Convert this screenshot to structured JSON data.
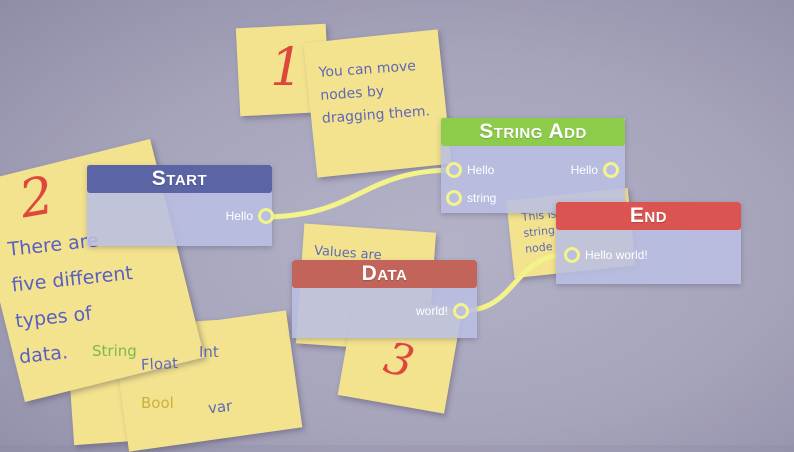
{
  "notes": {
    "note1": {
      "number": "1",
      "text_lines": [
        "You can move",
        "nodes by",
        "dragging them."
      ]
    },
    "note2": {
      "number": "2",
      "text_lines": [
        "There are",
        "five different",
        "types of",
        "data."
      ]
    },
    "note3": {
      "number": "3",
      "text": "Values are"
    },
    "note4": {
      "text_lines": [
        "This is",
        "string",
        "node"
      ]
    },
    "types": {
      "string": "String",
      "float": "Float",
      "int": "Int",
      "bool": "Bool",
      "var": "var"
    }
  },
  "nodes": {
    "start": {
      "title": "Start",
      "output": "Hello"
    },
    "string_add": {
      "title": "String Add",
      "input1": "Hello",
      "input2": "string",
      "output": "Hello"
    },
    "data": {
      "title": "Data",
      "output": "world!"
    },
    "end": {
      "title": "End",
      "input": "Hello world!"
    }
  },
  "colors": {
    "start_header": "#5b64a5",
    "string_add_header": "#8dcc4a",
    "data_header": "#c2645a",
    "end_header": "#dc5451",
    "wire": "#f2f38a",
    "note": "#f3e38e"
  }
}
